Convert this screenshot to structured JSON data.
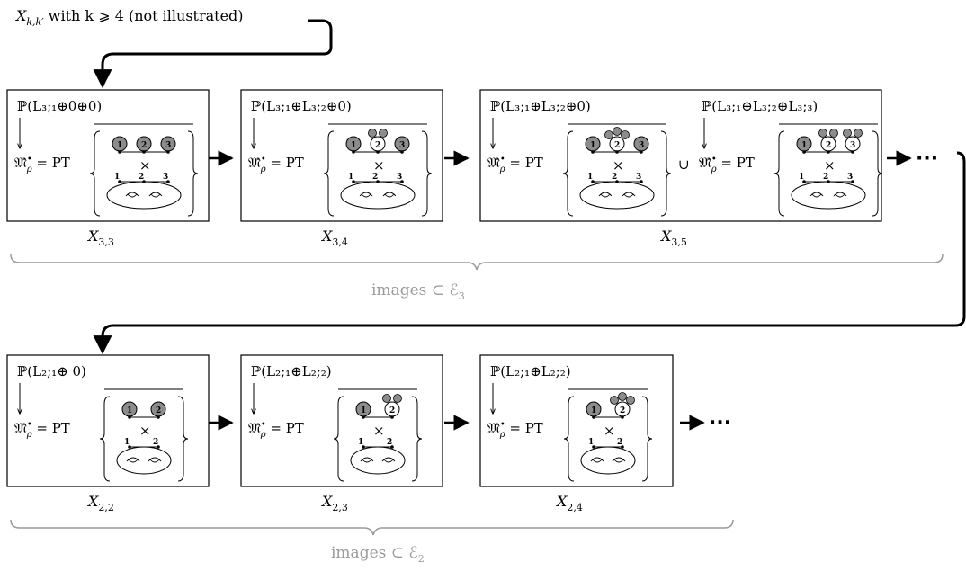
{
  "top_note": "X_{k,k'} with k ⩾ 4 (not illustrated)",
  "top_note_display": "X",
  "top_note_sub": "k,k′",
  "top_note_rest": " with k ⩾ 4 (not illustrated)",
  "rows": [
    {
      "panels": [
        {
          "id": "X33",
          "label": "X",
          "label_sub": "3,3",
          "fiber_text": "ℙ(L₃;₁⊕0⊕0)",
          "formula": "𝔐̂•ρ = PT",
          "pieces": 1
        },
        {
          "id": "X34",
          "label": "X",
          "label_sub": "3,4",
          "fiber_text": "ℙ(L₃;₁⊕L₃;₂⊕0)",
          "formula": "𝔐̂•ρ = PT",
          "pieces": 1
        },
        {
          "id": "X35",
          "label": "X",
          "label_sub": "3,5",
          "fiber_text": "ℙ(L₃;₁⊕L₃;₂⊕0)",
          "fiber_text_2": "ℙ(L₃;₁⊕L₃;₂⊕L₃;₃)",
          "formula": "𝔐̂•ρ = PT",
          "union": "∪",
          "pieces": 2
        }
      ],
      "brace_label": "images ⊂ ℰ",
      "brace_sub": "3",
      "ellipsis": "···"
    },
    {
      "panels": [
        {
          "id": "X22",
          "label": "X",
          "label_sub": "2,2",
          "fiber_text": "ℙ(L₂;₁⊕ 0)",
          "formula": "𝔐̂•ρ = PT",
          "pieces": 1
        },
        {
          "id": "X23",
          "label": "X",
          "label_sub": "2,3",
          "fiber_text": "ℙ(L₂;₁⊕L₂;₂)",
          "formula": "𝔐̂•ρ = PT",
          "pieces": 1
        },
        {
          "id": "X24",
          "label": "X",
          "label_sub": "2,4",
          "fiber_text": "ℙ(L₂;₁⊕L₂;₂)",
          "formula": "𝔐̂•ρ = PT",
          "pieces": 1
        }
      ],
      "brace_label": "images ⊂ ℰ",
      "brace_sub": "2",
      "ellipsis": "···"
    }
  ],
  "node_labels": [
    "1",
    "2",
    "3"
  ],
  "times": "×",
  "ellipsis": "···"
}
